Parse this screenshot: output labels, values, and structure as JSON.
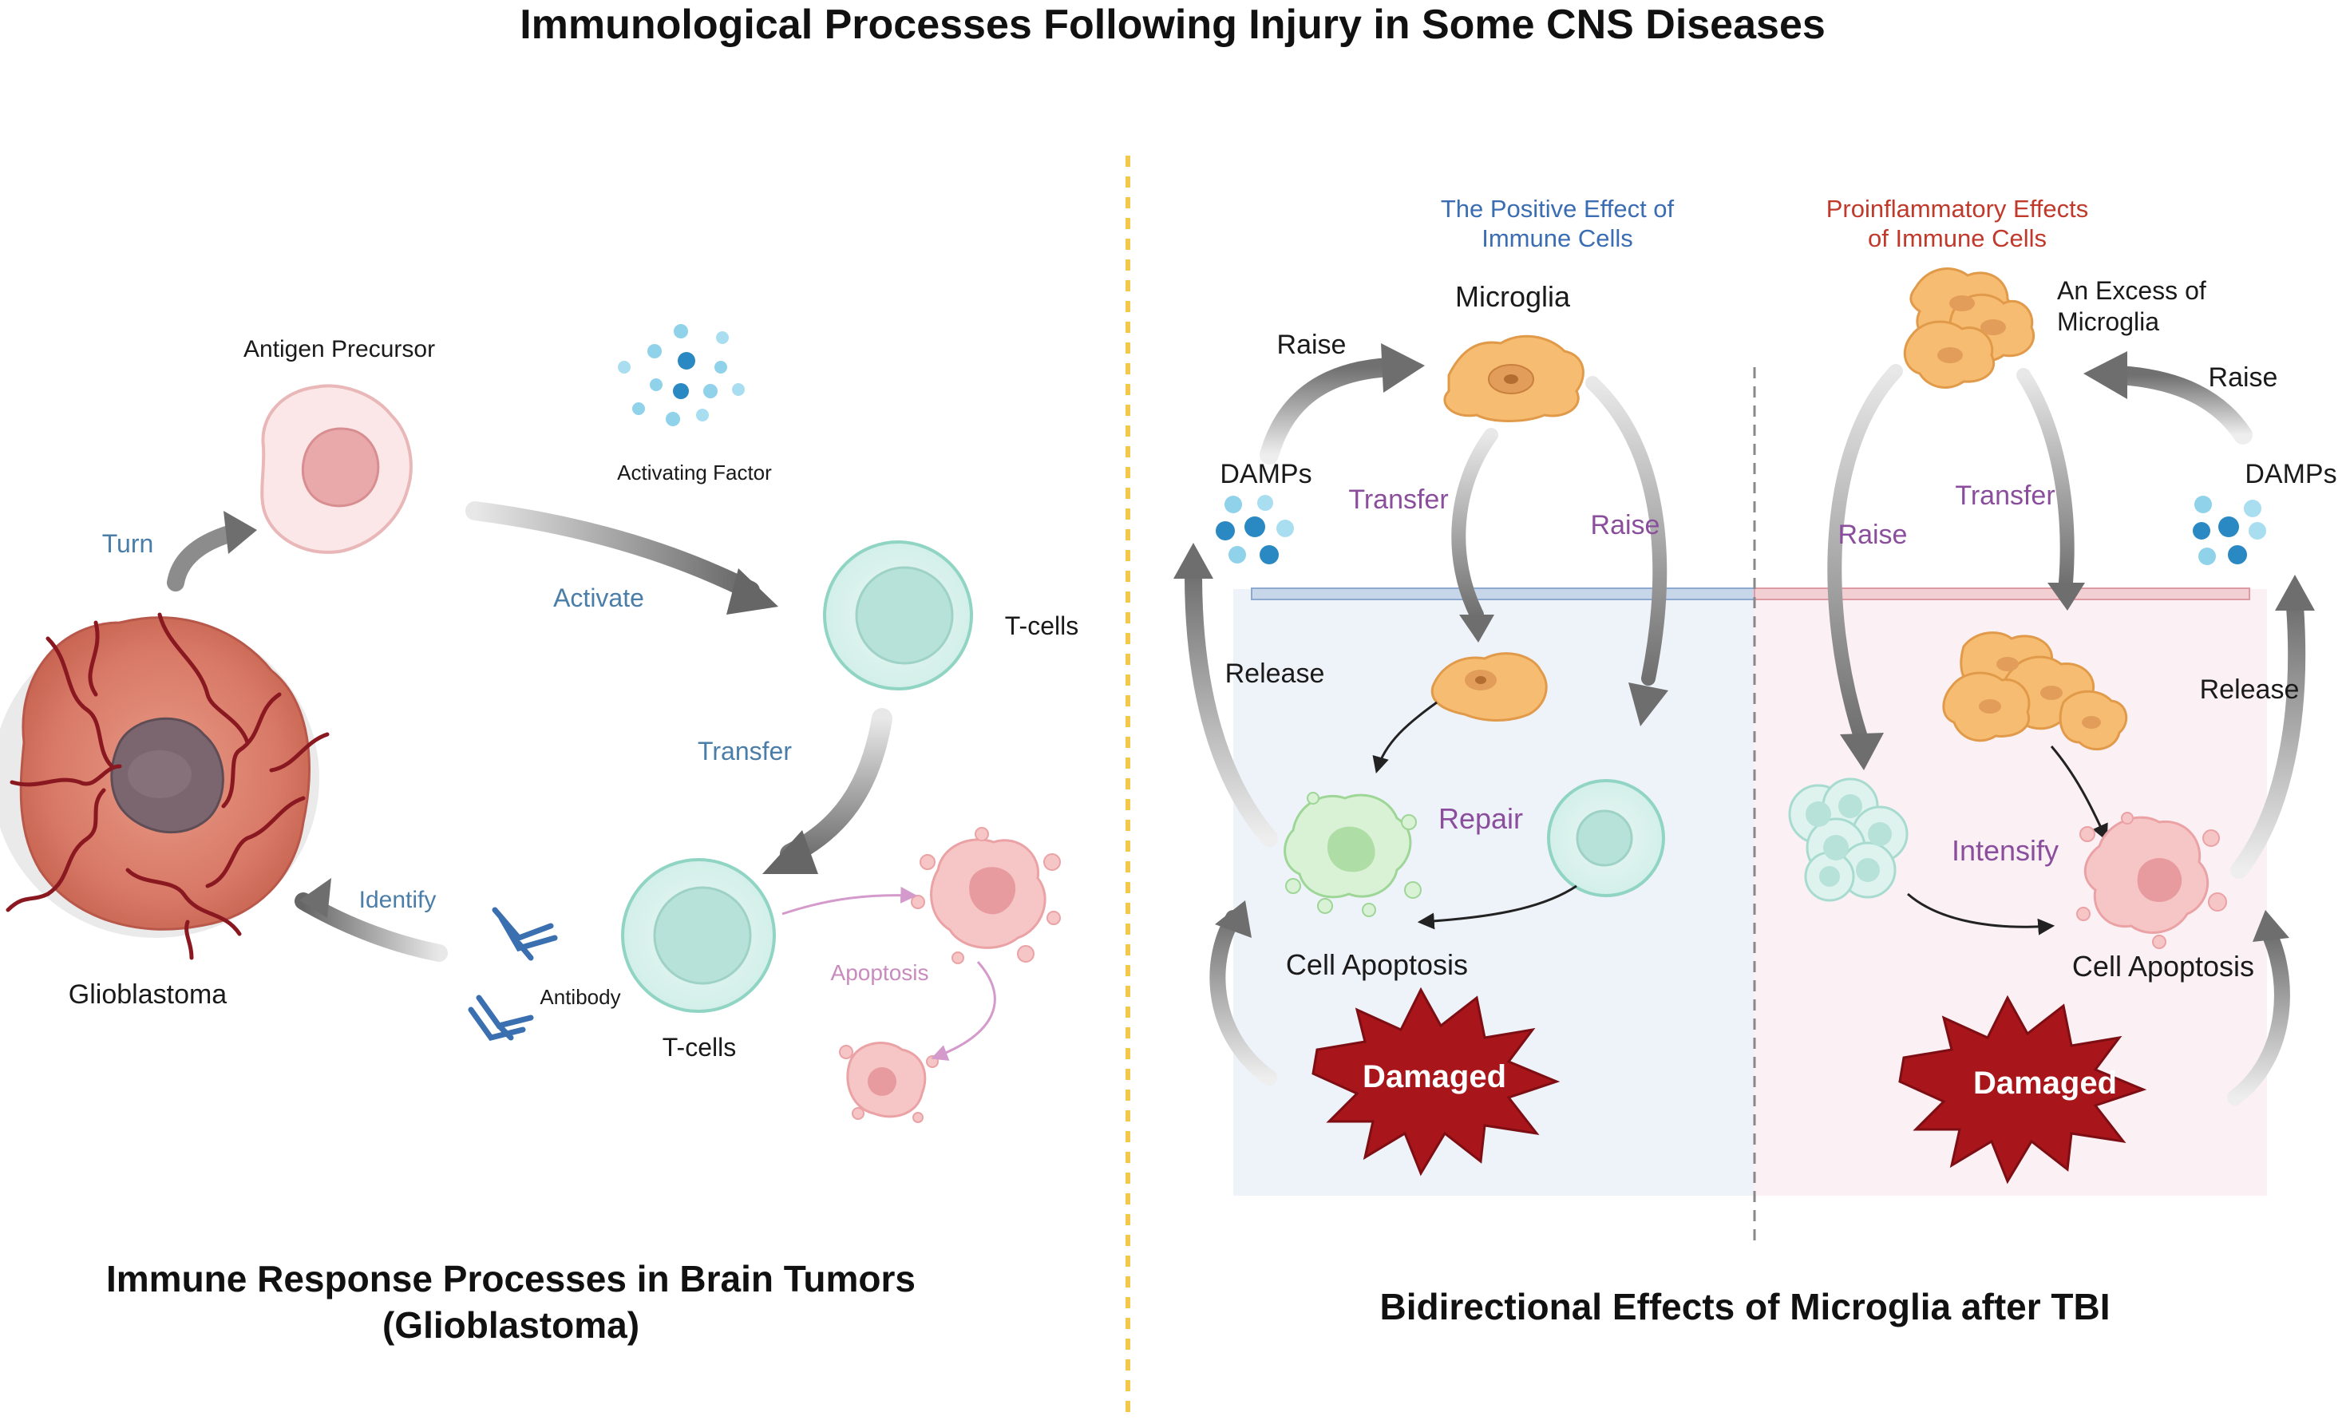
{
  "title": "Immunological Processes Following Injury in Some CNS Diseases",
  "left": {
    "caption_line1": "Immune Response Processes in Brain Tumors",
    "caption_line2": "(Glioblastoma)",
    "labels": {
      "glioblastoma": "Glioblastoma",
      "antigen_precursor": "Antigen Precursor",
      "activating_factor": "Activating Factor",
      "t_cells_top": "T-cells",
      "t_cells_bottom": "T-cells",
      "antibody": "Antibody",
      "turn": "Turn",
      "activate": "Activate",
      "transfer": "Transfer",
      "identify": "Identify",
      "apoptosis": "Apoptosis"
    }
  },
  "right": {
    "caption": "Bidirectional Effects of Microglia after TBI",
    "positive": {
      "heading_line1": "The Positive Effect of",
      "heading_line2": "Immune Cells",
      "microglia": "Microglia",
      "raise_top": "Raise",
      "damps": "DAMPs",
      "transfer": "Transfer",
      "raise_mid": "Raise",
      "release": "Release",
      "repair": "Repair",
      "cell_apoptosis": "Cell Apoptosis",
      "damaged": "Damaged"
    },
    "proinflammatory": {
      "heading_line1": "Proinflammatory Effects",
      "heading_line2": "of Immune Cells",
      "excess_line1": "An Excess of",
      "excess_line2": "Microglia",
      "raise_top": "Raise",
      "damps": "DAMPs",
      "raise_mid": "Raise",
      "transfer": "Transfer",
      "release": "Release",
      "intensify": "Intensify",
      "cell_apoptosis": "Cell Apoptosis",
      "damaged": "Damaged"
    }
  },
  "colors": {
    "blue_heading": "#3b6db3",
    "red_heading": "#c0392b",
    "divider": "#f2c94c",
    "positive_panel": "#eef2f9",
    "proinflammatory_panel": "#fbf0f4",
    "damaged_burst": "#a8151b"
  }
}
